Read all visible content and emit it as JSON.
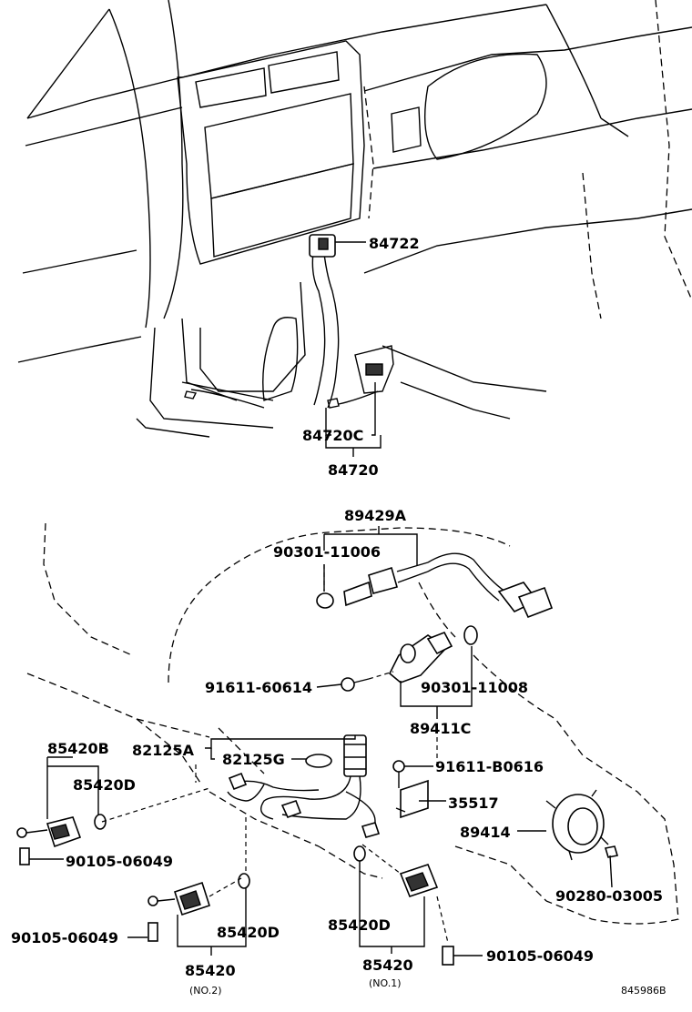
{
  "labels": {
    "p84722": "84722",
    "p84720C": "84720C",
    "p84720": "84720",
    "p89429A": "89429A",
    "p90301_11006": "90301-11006",
    "p91611_60614": "91611-60614",
    "p90301_11008": "90301-11008",
    "p89411C": "89411C",
    "p85420B": "85420B",
    "p82125A": "82125A",
    "p82125G": "82125G",
    "p91611_B0616": "91611-B0616",
    "p85420D_left": "85420D",
    "p35517": "35517",
    "p89414": "89414",
    "p90105_06049_a": "90105-06049",
    "p90280_03005": "90280-03005",
    "p90105_06049_b": "90105-06049",
    "p85420D_mid": "85420D",
    "p85420D_right": "85420D",
    "p90105_06049_c": "90105-06049",
    "p85420_no2": "85420",
    "p85420_no1": "85420",
    "no2": "(NO.2)",
    "no1": "(NO.1)",
    "drawing_no": "845986B"
  }
}
